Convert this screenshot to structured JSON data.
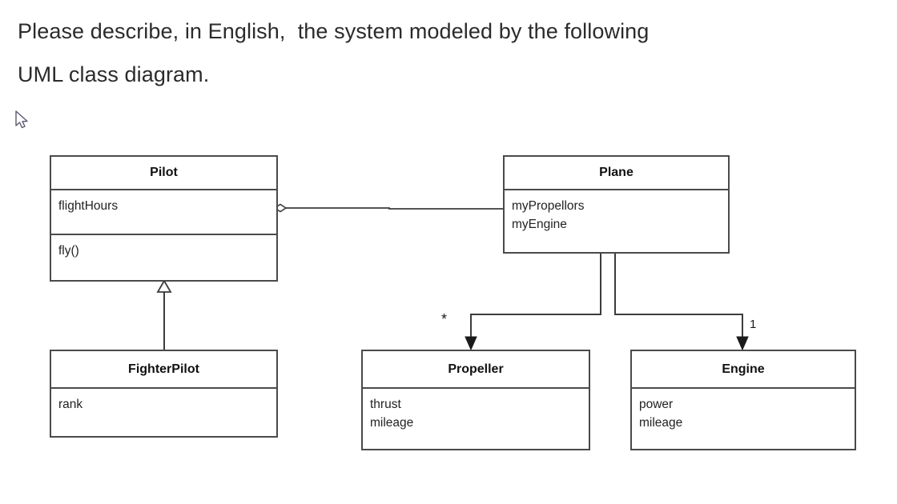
{
  "prompt": {
    "line1": "Please describe, in English,  the system modeled by the following",
    "line2": "UML class diagram."
  },
  "cursor": {
    "icon": "mouse-pointer-arrow"
  },
  "diagram": {
    "type": "uml-class-diagram",
    "classes": [
      {
        "id": "pilot",
        "name": "Pilot",
        "attributes": [
          "flightHours"
        ],
        "operations": [
          "fly()"
        ]
      },
      {
        "id": "plane",
        "name": "Plane",
        "attributes": [
          "myPropellors",
          "myEngine"
        ],
        "operations": []
      },
      {
        "id": "fighterpilot",
        "name": "FighterPilot",
        "attributes": [
          "rank"
        ],
        "operations": []
      },
      {
        "id": "propeller",
        "name": "Propeller",
        "attributes": [
          "thrust",
          "mileage"
        ],
        "operations": []
      },
      {
        "id": "engine",
        "name": "Engine",
        "attributes": [
          "power",
          "mileage"
        ],
        "operations": []
      }
    ],
    "relationships": [
      {
        "id": "pilot-plane",
        "kind": "aggregation",
        "from": "Pilot",
        "to": "Plane",
        "from_decoration": "hollow-diamond",
        "to_decoration": "none",
        "multiplicity": ""
      },
      {
        "id": "fighterpilot-pilot",
        "kind": "generalization",
        "from": "FighterPilot",
        "to": "Pilot",
        "from_decoration": "none",
        "to_decoration": "hollow-triangle",
        "multiplicity": ""
      },
      {
        "id": "plane-propeller",
        "kind": "directed-association",
        "from": "Plane",
        "to": "Propeller",
        "from_decoration": "none",
        "to_decoration": "filled-arrow",
        "multiplicity": "*"
      },
      {
        "id": "plane-engine",
        "kind": "directed-association",
        "from": "Plane",
        "to": "Engine",
        "from_decoration": "none",
        "to_decoration": "filled-arrow",
        "multiplicity": "1"
      }
    ],
    "colors": {
      "stroke": "#4a4a4a",
      "edge": "#3c3c3c",
      "text": "#1a1a1a",
      "background": "#ffffff"
    }
  }
}
